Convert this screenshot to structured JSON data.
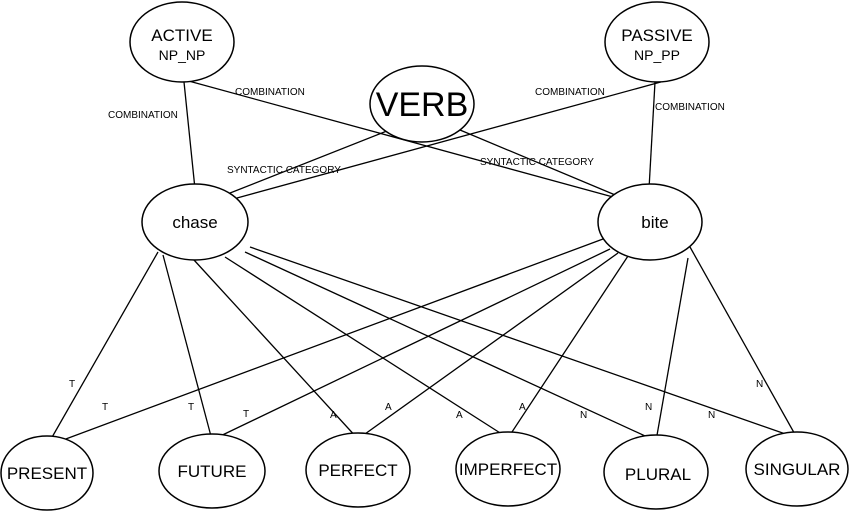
{
  "nodes": {
    "active": {
      "label": "ACTIVE",
      "sublabel": "NP_NP"
    },
    "passive": {
      "label": "PASSIVE",
      "sublabel": "NP_PP"
    },
    "verb": {
      "label": "VERB"
    },
    "chase": {
      "label": "chase"
    },
    "bite": {
      "label": "bite"
    },
    "present": {
      "label": "PRESENT"
    },
    "future": {
      "label": "FUTURE"
    },
    "perfect": {
      "label": "PERFECT"
    },
    "imperfect": {
      "label": "IMPERFECT"
    },
    "plural": {
      "label": "PLURAL"
    },
    "singular": {
      "label": "SINGULAR"
    }
  },
  "edge_labels": {
    "combination": "COMBINATION",
    "syntactic_category": "SYNTACTIC CATEGORY",
    "t": "T",
    "a": "A",
    "n": "N"
  },
  "colors": {
    "stroke": "#000000",
    "fill": "#ffffff"
  }
}
